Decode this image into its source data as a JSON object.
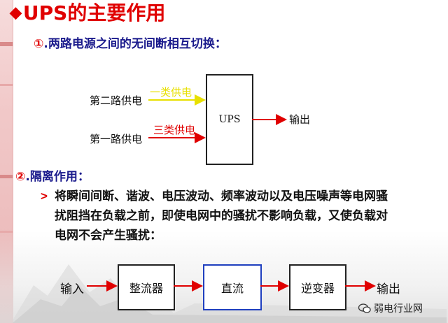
{
  "title": {
    "diamond": "◆",
    "text": "UPS的主要作用"
  },
  "section1": {
    "num": "①",
    "text": ".两路电源之间的无间断相互切换："
  },
  "diagram1": {
    "input_top": "第二路供电",
    "input_top_tag": "一类供电",
    "input_bottom": "第一路供电",
    "input_bottom_tag": "三类供电",
    "box": "UPS",
    "output": "输出",
    "colors": {
      "top_arrow": "#ffff00",
      "bottom_arrow": "#e00000",
      "out_arrow": "#e00000"
    }
  },
  "section2": {
    "num": "②",
    "text": ".隔离作用："
  },
  "paragraph": {
    "bullet": ">",
    "lines": [
      "将瞬间间断、谐波、电压波动、频率波动以及电压噪声等电网骚",
      "扰阻挡在负载之前，即使电网中的骚扰不影响负载，又使负载对",
      "电网不会产生骚扰："
    ]
  },
  "diagram2": {
    "input": "输入",
    "box1": "整流器",
    "box2": "直流",
    "box3": "逆变器",
    "output": "输出",
    "arrow_color": "#e00000"
  },
  "watermark": {
    "text": "弱电行业网"
  },
  "colors": {
    "title": "#e00000",
    "heading_blue": "#1a1a8c",
    "accent_red": "#e00000"
  }
}
